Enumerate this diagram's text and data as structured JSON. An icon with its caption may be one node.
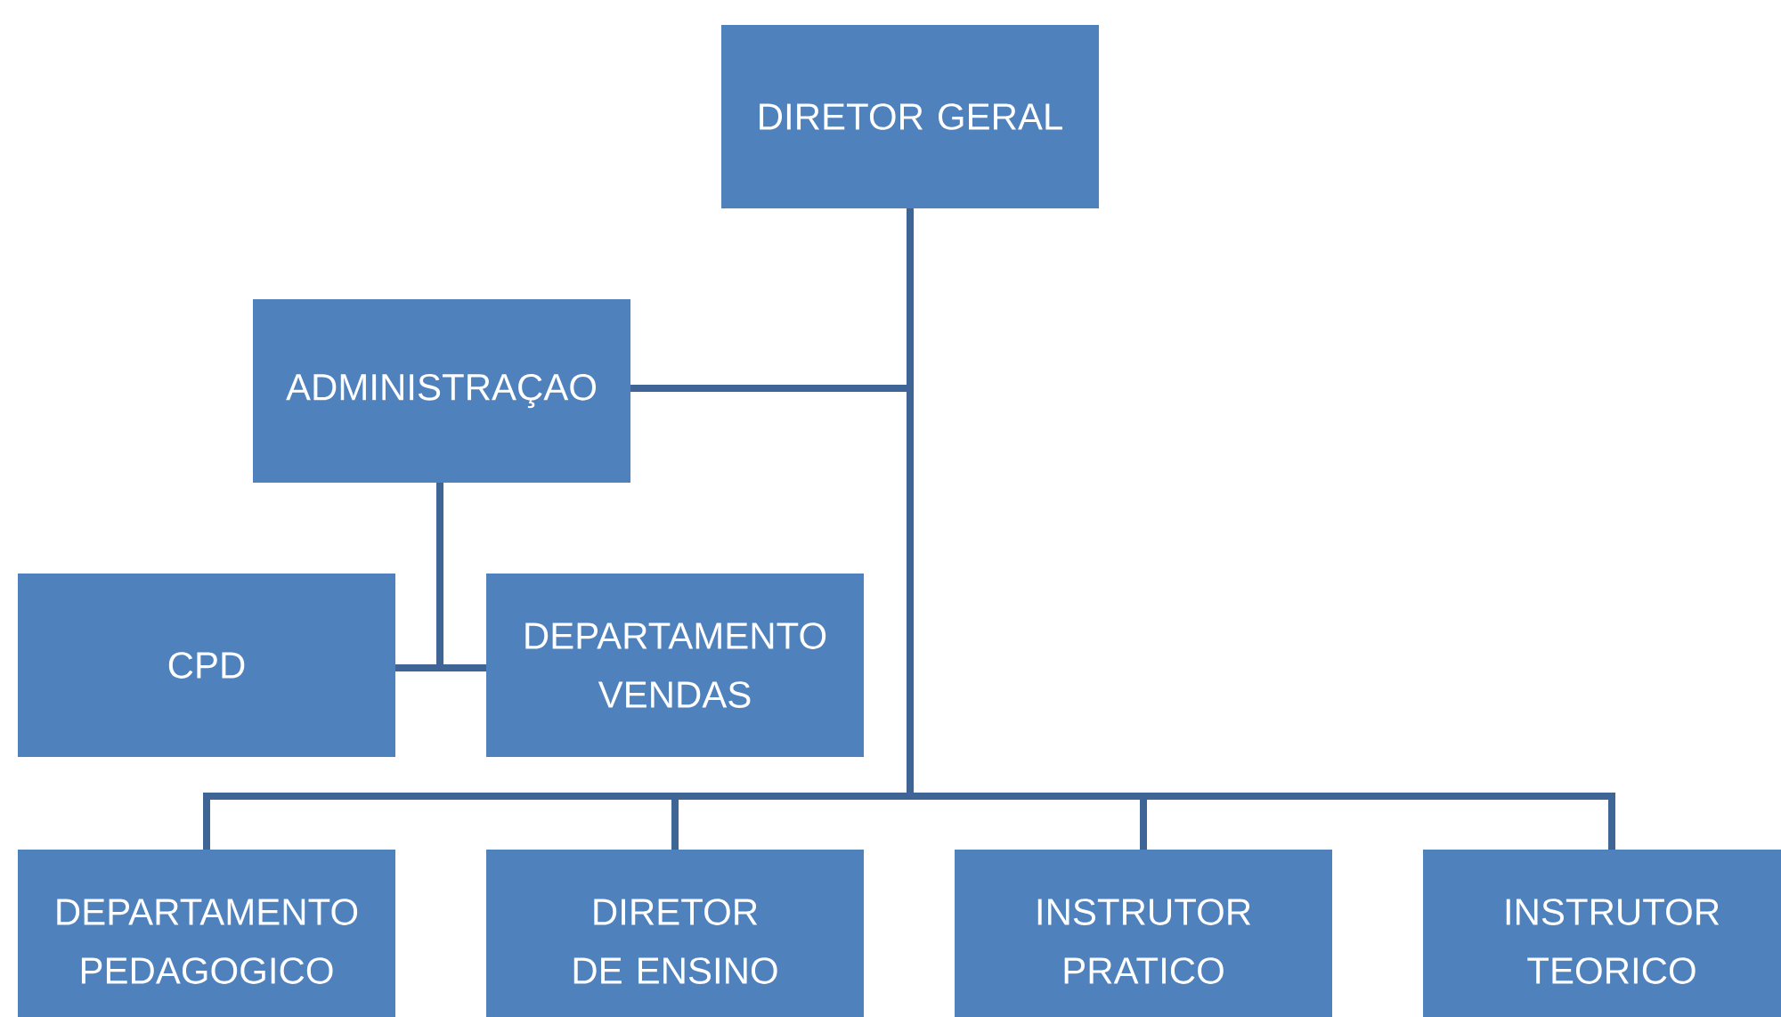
{
  "diagram": {
    "nodes": [
      {
        "text": [
          "DIRETOR GERAL"
        ]
      },
      {
        "text": [
          "ADMINISTRAÇAO"
        ]
      },
      {
        "text": [
          "CPD"
        ]
      },
      {
        "text": [
          "DEPARTAMENTO VENDAS"
        ]
      },
      {
        "text": [
          "DEPARTAMENTO PEDAGOGICO"
        ]
      },
      {
        "text": [
          "DIRETOR DE ENSINO"
        ]
      },
      {
        "text": [
          "INSTRUTOR PRATICO"
        ]
      },
      {
        "text": [
          "INSTRUTOR TEORICO"
        ]
      }
    ],
    "edges": [
      {
        "from": 0,
        "to": 1,
        "arrow": "none"
      },
      {
        "from": 1,
        "to": 2,
        "arrow": "none"
      },
      {
        "from": 1,
        "to": 3,
        "arrow": "none"
      },
      {
        "from": 0,
        "to": 4,
        "arrow": "none"
      },
      {
        "from": 0,
        "to": 5,
        "arrow": "none"
      },
      {
        "from": 0,
        "to": 6,
        "arrow": "none"
      },
      {
        "from": 0,
        "to": 7,
        "arrow": "none"
      }
    ]
  }
}
